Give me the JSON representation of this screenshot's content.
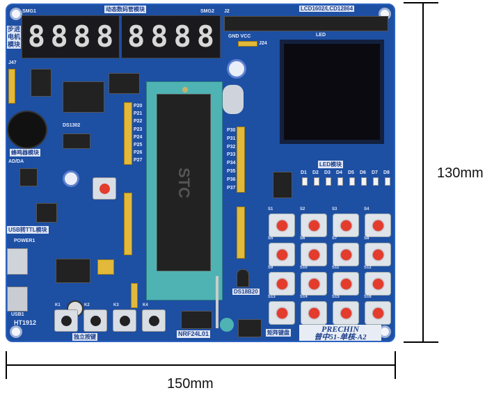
{
  "board": {
    "seg_module_label": "动态数码管模块",
    "smg1": "SMG1",
    "smg2": "SMG2",
    "digits_left": [
      "8",
      "8",
      "8",
      "8"
    ],
    "digits_right": [
      "8",
      "8",
      "8",
      "8"
    ],
    "lcd_header_label": "LCD1602/LCD12864",
    "j2": "J2",
    "lcd_label": "LED",
    "stepper_label": "步进电机模块",
    "j47": "J47",
    "buzzer_label": "蜂鸣器模块",
    "ds1302": "DS1302",
    "adda": "AD/DA",
    "usb_ttl_label": "USB转TTL模块",
    "power": "POWER1",
    "usb": "USB1",
    "ht1912": "HT1912",
    "indep_keys_label": "独立按键",
    "indep_keys": [
      "K1",
      "K2",
      "K3",
      "K4"
    ],
    "led_module_label": "LED模块",
    "leds": [
      "D1",
      "D2",
      "D3",
      "D4",
      "D5",
      "D6",
      "D7",
      "D8"
    ],
    "matrix_keys": [
      "S1",
      "S2",
      "S3",
      "S4",
      "S5",
      "S6",
      "S7",
      "S8",
      "S9",
      "S10",
      "S11",
      "S12",
      "S13",
      "S14",
      "S15",
      "S16"
    ],
    "matrix_label": "矩阵键盘",
    "ds18b20": "DS18B20",
    "nrf": "NRF24L01",
    "brand": "PRECHIN",
    "model": "普中51-单核-A2",
    "chip_text": "STC",
    "pins_left": [
      "P20",
      "P21",
      "P22",
      "P23",
      "P24",
      "P25",
      "P26",
      "P27"
    ],
    "pins_right": [
      "P30",
      "P31",
      "P32",
      "P33",
      "P34",
      "P35",
      "P36",
      "P37"
    ],
    "gnd_vcc": "GND VCC",
    "j24": "J24"
  },
  "dimensions": {
    "height": "130mm",
    "width": "150mm"
  }
}
